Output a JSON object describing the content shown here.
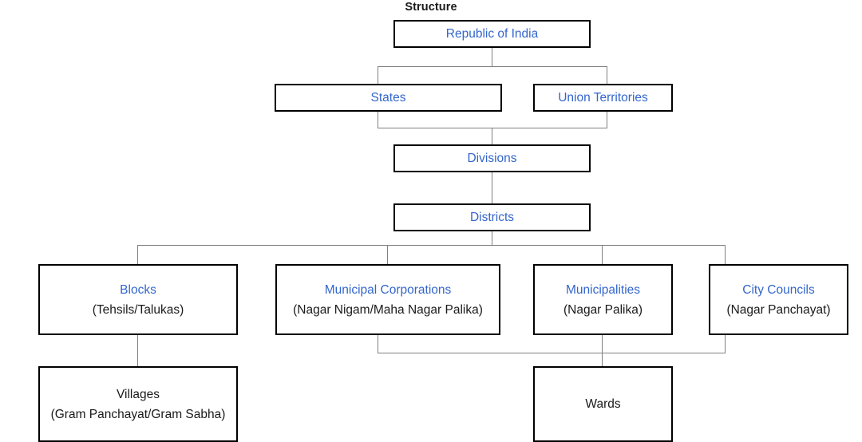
{
  "title": "Structure",
  "colors": {
    "primary_text": "#3366CC",
    "secondary_text": "#1a1a1a",
    "box_border": "#000000",
    "connector": "#808080",
    "background": "#ffffff"
  },
  "nodes": {
    "republic": {
      "label": "Republic of India",
      "sub": ""
    },
    "states": {
      "label": "States",
      "sub": ""
    },
    "union_territories": {
      "label": "Union Territories",
      "sub": ""
    },
    "divisions": {
      "label": "Divisions",
      "sub": ""
    },
    "districts": {
      "label": "Districts",
      "sub": ""
    },
    "blocks": {
      "label": "Blocks",
      "sub": "(Tehsils/Talukas)"
    },
    "municipal_corporations": {
      "label": "Municipal Corporations",
      "sub": "(Nagar Nigam/Maha Nagar Palika)"
    },
    "municipalities": {
      "label": "Municipalities",
      "sub": "(Nagar Palika)"
    },
    "city_councils": {
      "label": "City Councils",
      "sub": "(Nagar Panchayat)"
    },
    "villages": {
      "label": "Villages",
      "sub": "(Gram Panchayat/Gram Sabha)"
    },
    "wards": {
      "label": "Wards",
      "sub": ""
    }
  },
  "hierarchy": [
    {
      "level": 1,
      "items": [
        "Republic of India"
      ]
    },
    {
      "level": 2,
      "items": [
        "States",
        "Union Territories"
      ]
    },
    {
      "level": 3,
      "items": [
        "Divisions"
      ]
    },
    {
      "level": 4,
      "items": [
        "Districts"
      ]
    },
    {
      "level": 5,
      "items": [
        "Blocks",
        "Municipal Corporations",
        "Municipalities",
        "City Councils"
      ]
    },
    {
      "level": 6,
      "items": [
        "Villages",
        "Wards"
      ]
    }
  ],
  "edges": [
    {
      "from": "Republic of India",
      "to": "States"
    },
    {
      "from": "Republic of India",
      "to": "Union Territories"
    },
    {
      "from": "States",
      "to": "Divisions"
    },
    {
      "from": "Union Territories",
      "to": "Divisions"
    },
    {
      "from": "Divisions",
      "to": "Districts"
    },
    {
      "from": "Districts",
      "to": "Blocks"
    },
    {
      "from": "Districts",
      "to": "Municipal Corporations"
    },
    {
      "from": "Districts",
      "to": "Municipalities"
    },
    {
      "from": "Districts",
      "to": "City Councils"
    },
    {
      "from": "Blocks",
      "to": "Villages"
    },
    {
      "from": "Municipal Corporations",
      "to": "Wards"
    },
    {
      "from": "Municipalities",
      "to": "Wards"
    },
    {
      "from": "City Councils",
      "to": "Wards"
    }
  ]
}
